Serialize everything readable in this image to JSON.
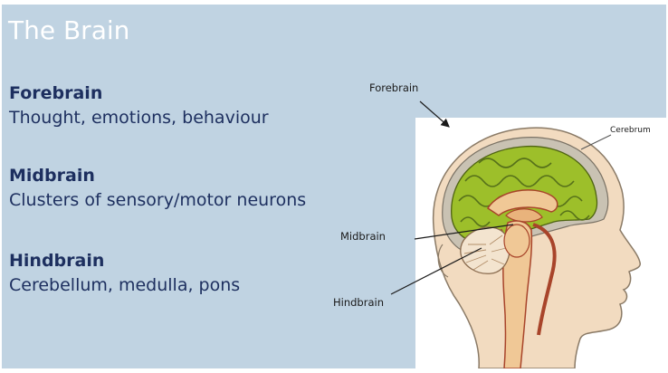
{
  "slide": {
    "title": "The Brain",
    "sections": [
      {
        "heading": "Forebrain",
        "description": "Thought, emotions, behaviour"
      },
      {
        "heading": "Midbrain",
        "description": "Clusters of sensory/motor neurons"
      },
      {
        "heading": "Hindbrain",
        "description": "Cerebellum, medulla, pons"
      }
    ]
  },
  "diagram": {
    "labels": {
      "forebrain": "Forebrain",
      "cerebrum": "Cerebrum",
      "midbrain": "Midbrain",
      "hindbrain": "Hindbrain"
    },
    "colors": {
      "cortex_green": "#9dbf2a",
      "skull_gray": "#c9c2b3",
      "skin": "#f2dbc0",
      "brainstem": "#f0c896",
      "dark_red": "#a8442a"
    }
  }
}
